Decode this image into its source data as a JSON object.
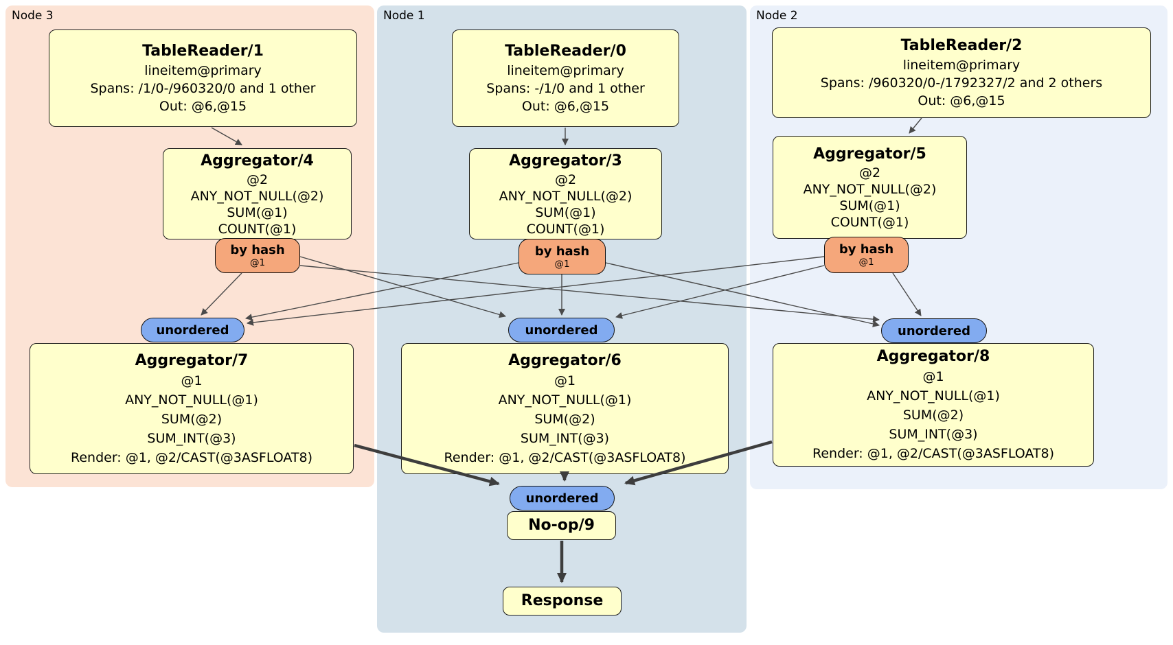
{
  "colors": {
    "node3_region": "#FCE3D5",
    "node1_region": "#D4E1EA",
    "node2_region": "#EBF1FA",
    "processor_box": "#FFFFCC",
    "router_pill": "#F5A77B",
    "sync_pill": "#82ABF0",
    "edge": "#4A4A4A"
  },
  "nodes": [
    {
      "label": "Node 3",
      "table_reader": {
        "title": "TableReader/1",
        "details": [
          "lineitem@primary",
          "Spans: /1/0-/960320/0 and 1 other",
          "Out: @6,@15"
        ]
      },
      "pre_aggregator": {
        "title": "Aggregator/4",
        "details": [
          "@2",
          "ANY_NOT_NULL(@2)",
          "SUM(@1)",
          "COUNT(@1)"
        ]
      },
      "router": {
        "label": "by hash",
        "detail": "@1"
      },
      "sync_label": "unordered",
      "final_aggregator": {
        "title": "Aggregator/7",
        "details": [
          "@1",
          "ANY_NOT_NULL(@1)",
          "SUM(@2)",
          "SUM_INT(@3)",
          "Render: @1, @2/CAST(@3ASFLOAT8)"
        ]
      }
    },
    {
      "label": "Node 1",
      "table_reader": {
        "title": "TableReader/0",
        "details": [
          "lineitem@primary",
          "Spans: -/1/0 and 1 other",
          "Out: @6,@15"
        ]
      },
      "pre_aggregator": {
        "title": "Aggregator/3",
        "details": [
          "@2",
          "ANY_NOT_NULL(@2)",
          "SUM(@1)",
          "COUNT(@1)"
        ]
      },
      "router": {
        "label": "by hash",
        "detail": "@1"
      },
      "sync_label": "unordered",
      "final_aggregator": {
        "title": "Aggregator/6",
        "details": [
          "@1",
          "ANY_NOT_NULL(@1)",
          "SUM(@2)",
          "SUM_INT(@3)",
          "Render: @1, @2/CAST(@3ASFLOAT8)"
        ]
      }
    },
    {
      "label": "Node 2",
      "table_reader": {
        "title": "TableReader/2",
        "details": [
          "lineitem@primary",
          "Spans: /960320/0-/1792327/2 and 2 others",
          "Out: @6,@15"
        ]
      },
      "pre_aggregator": {
        "title": "Aggregator/5",
        "details": [
          "@2",
          "ANY_NOT_NULL(@2)",
          "SUM(@1)",
          "COUNT(@1)"
        ]
      },
      "router": {
        "label": "by hash",
        "detail": "@1"
      },
      "sync_label": "unordered",
      "final_aggregator": {
        "title": "Aggregator/8",
        "details": [
          "@1",
          "ANY_NOT_NULL(@1)",
          "SUM(@2)",
          "SUM_INT(@3)",
          "Render: @1, @2/CAST(@3ASFLOAT8)"
        ]
      }
    }
  ],
  "output_stage": {
    "sync_label": "unordered",
    "noop_title": "No-op/9",
    "response_title": "Response"
  }
}
